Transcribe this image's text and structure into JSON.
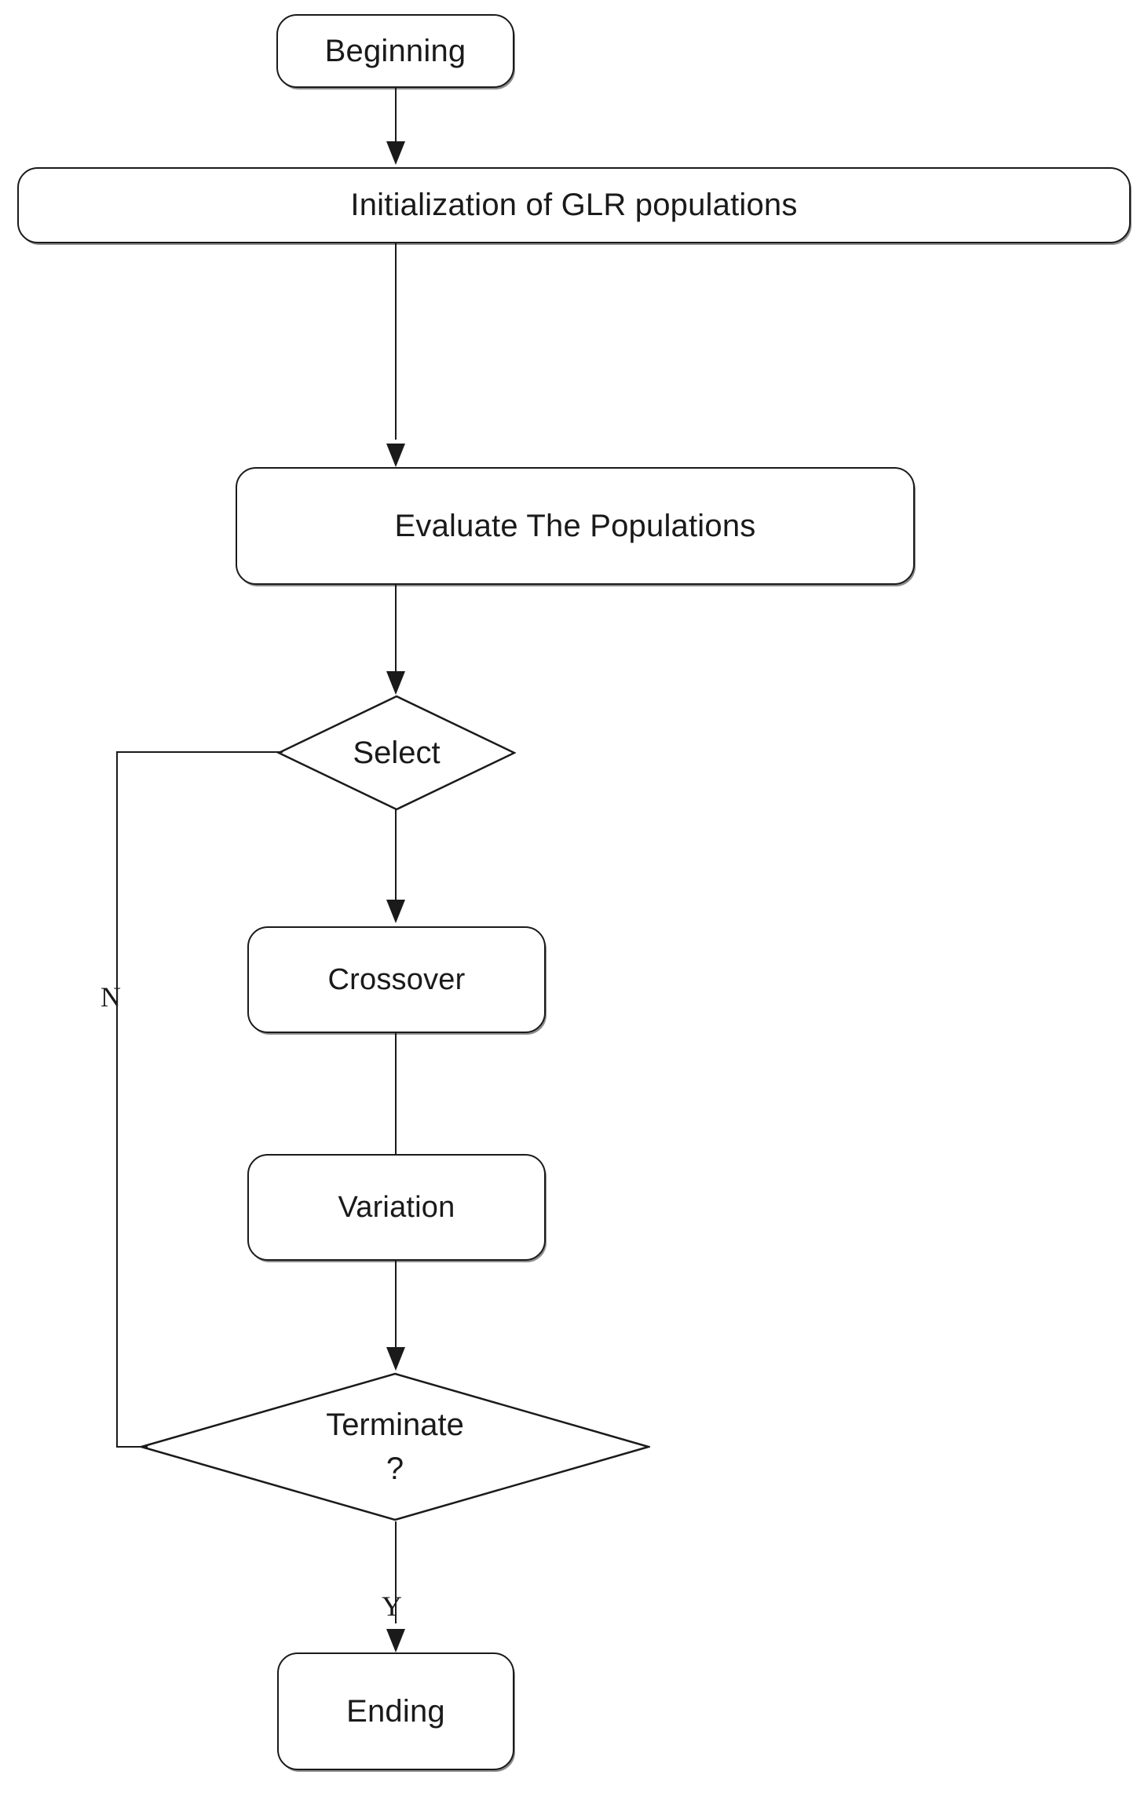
{
  "diagram": {
    "title": "GLR evolutionary algorithm flowchart",
    "type": "flowchart",
    "stroke_color": "#1a1a1a",
    "background_color": "#ffffff",
    "nodes": [
      {
        "id": "beginning",
        "label": "Beginning",
        "shape": "rounded-rectangle"
      },
      {
        "id": "initialization",
        "label": "Initialization of GLR populations",
        "shape": "rounded-rectangle"
      },
      {
        "id": "evaluate",
        "label": "Evaluate The Populations",
        "shape": "rounded-rectangle"
      },
      {
        "id": "select",
        "label": "Select",
        "shape": "diamond"
      },
      {
        "id": "crossover",
        "label": "Crossover",
        "shape": "rounded-rectangle"
      },
      {
        "id": "variation",
        "label": "Variation",
        "shape": "rounded-rectangle"
      },
      {
        "id": "terminate",
        "label": "Terminate",
        "label2": "?",
        "shape": "diamond"
      },
      {
        "id": "ending",
        "label": "Ending",
        "shape": "rounded-rectangle"
      }
    ],
    "edges": [
      {
        "from": "beginning",
        "to": "initialization",
        "label": ""
      },
      {
        "from": "initialization",
        "to": "evaluate",
        "label": ""
      },
      {
        "from": "evaluate",
        "to": "select",
        "label": ""
      },
      {
        "from": "select",
        "to": "crossover",
        "label": ""
      },
      {
        "from": "crossover",
        "to": "variation",
        "label": ""
      },
      {
        "from": "variation",
        "to": "terminate",
        "label": ""
      },
      {
        "from": "terminate",
        "to": "ending",
        "label": "Y"
      },
      {
        "from": "terminate",
        "to": "select",
        "label": "N"
      }
    ],
    "edge_labels": {
      "no": "N",
      "yes": "Y"
    }
  }
}
